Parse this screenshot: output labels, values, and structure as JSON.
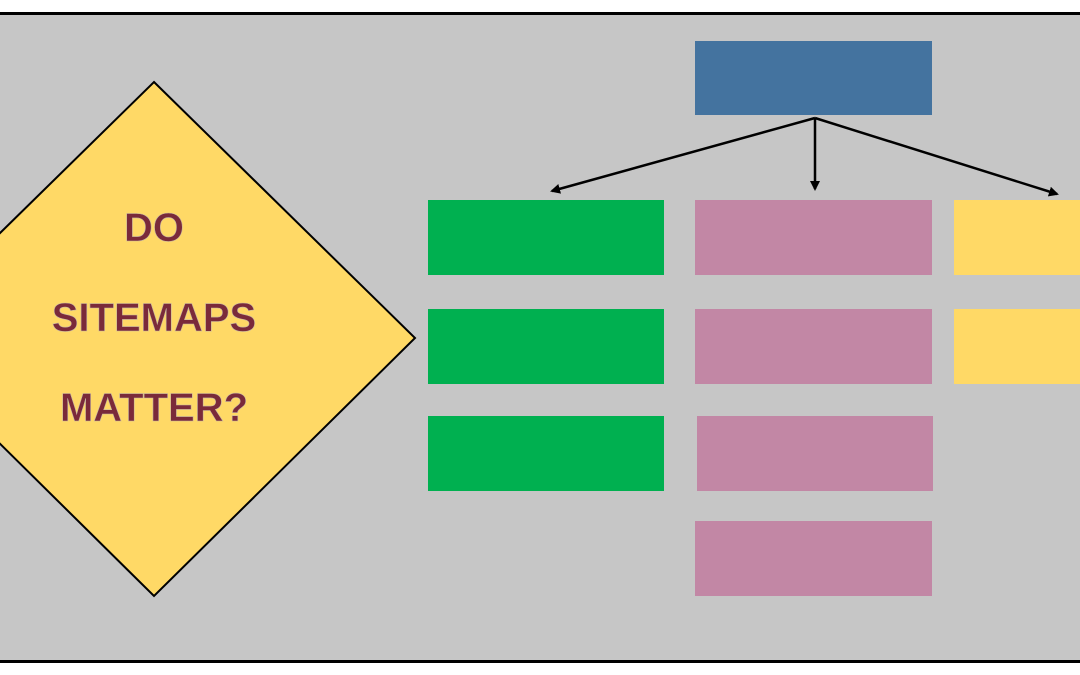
{
  "diagram": {
    "question_lines": [
      "DO",
      "SITEMAPS",
      "MATTER?"
    ],
    "colors": {
      "background": "#c6c6c6",
      "diamond": "#ffd966",
      "text": "#7a2a3a",
      "root": "#44739f",
      "green": "#00b050",
      "pink": "#c287a5",
      "yellow": "#ffd966",
      "arrow": "#000000"
    },
    "tree": {
      "root_label": "",
      "columns": [
        {
          "color_key": "green",
          "box_count": 3
        },
        {
          "color_key": "pink",
          "box_count": 4
        },
        {
          "color_key": "yellow",
          "box_count": 2
        }
      ]
    }
  }
}
